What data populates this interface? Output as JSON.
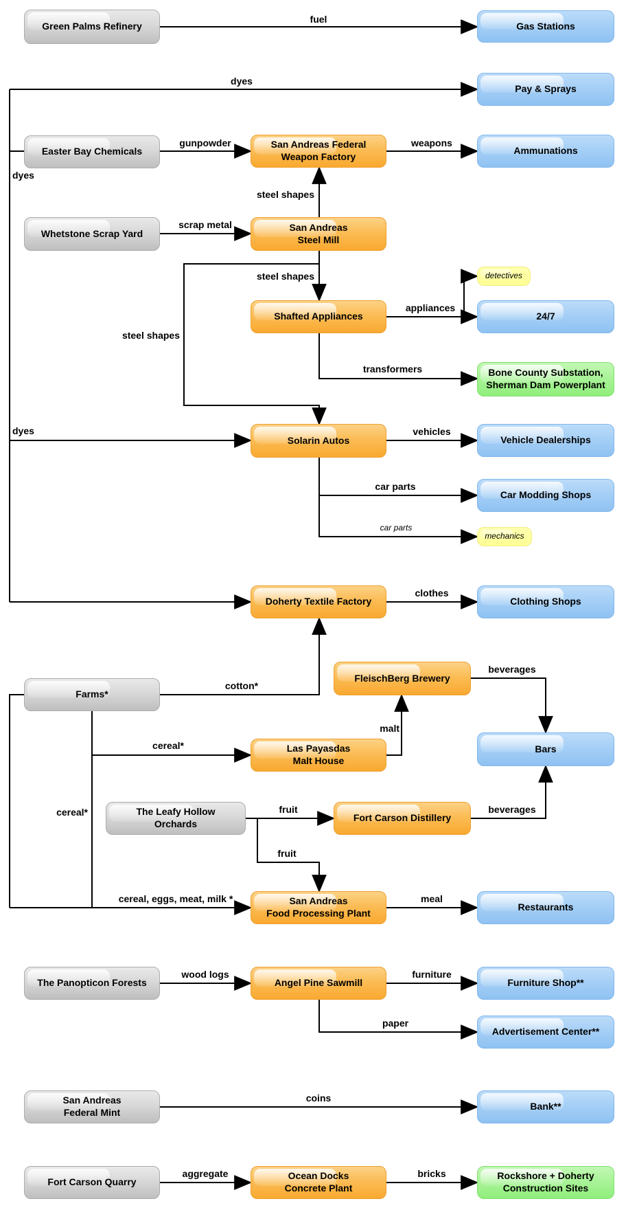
{
  "colors": {
    "source_gray": "#C9C9C9",
    "factory_orange": "#FBB342",
    "retail_blue": "#9FCBF4",
    "special_green": "#9FF18D",
    "note_yellow": "#FFFF99",
    "wire_black": "#000000"
  },
  "nodes": {
    "green_palms": {
      "label": "Green Palms Refinery",
      "type": "gray"
    },
    "easter_bay": {
      "label": "Easter Bay Chemicals",
      "type": "gray"
    },
    "whetstone": {
      "label": "Whetstone Scrap Yard",
      "type": "gray"
    },
    "farms": {
      "label": "Farms*",
      "type": "gray"
    },
    "leafy_hollow": {
      "label": "The Leafy Hollow\nOrchards",
      "type": "gray"
    },
    "panopticon": {
      "label": "The Panopticon Forests",
      "type": "gray"
    },
    "federal_mint": {
      "label": "San Andreas\nFederal Mint",
      "type": "gray"
    },
    "quarry": {
      "label": "Fort Carson Quarry",
      "type": "gray"
    },
    "weapon_factory": {
      "label": "San Andreas Federal\nWeapon Factory",
      "type": "orange"
    },
    "steel_mill": {
      "label": "San Andreas\nSteel Mill",
      "type": "orange"
    },
    "shafted": {
      "label": "Shafted Appliances",
      "type": "orange"
    },
    "solarin": {
      "label": "Solarin Autos",
      "type": "orange"
    },
    "doherty": {
      "label": "Doherty Textile Factory",
      "type": "orange"
    },
    "brewery": {
      "label": "FleischBerg Brewery",
      "type": "orange"
    },
    "malt_house": {
      "label": "Las Payasdas\nMalt House",
      "type": "orange"
    },
    "distillery": {
      "label": "Fort Carson Distillery",
      "type": "orange"
    },
    "food_processing": {
      "label": "San Andreas\nFood Processing Plant",
      "type": "orange"
    },
    "sawmill": {
      "label": "Angel Pine Sawmill",
      "type": "orange"
    },
    "concrete": {
      "label": "Ocean Docks\nConcrete Plant",
      "type": "orange"
    },
    "gas_stations": {
      "label": "Gas Stations",
      "type": "blue"
    },
    "pay_sprays": {
      "label": "Pay & Sprays",
      "type": "blue"
    },
    "ammunations": {
      "label": "Ammunations",
      "type": "blue"
    },
    "twenty_four_seven": {
      "label": "24/7",
      "type": "blue"
    },
    "vehicle_dealerships": {
      "label": "Vehicle Dealerships",
      "type": "blue"
    },
    "car_modding": {
      "label": "Car Modding Shops",
      "type": "blue"
    },
    "clothing_shops": {
      "label": "Clothing Shops",
      "type": "blue"
    },
    "bars": {
      "label": "Bars",
      "type": "blue"
    },
    "restaurants": {
      "label": "Restaurants",
      "type": "blue"
    },
    "furniture_shop": {
      "label": "Furniture Shop**",
      "type": "blue"
    },
    "ad_center": {
      "label": "Advertisement Center**",
      "type": "blue"
    },
    "bank": {
      "label": "Bank**",
      "type": "blue"
    },
    "substation": {
      "label": "Bone County Substation,\nSherman Dam Powerplant",
      "type": "green"
    },
    "construction": {
      "label": "Rockshore + Doherty\nConstruction Sites",
      "type": "green"
    },
    "detectives": {
      "label": "detectives",
      "type": "yellow"
    },
    "mechanics": {
      "label": "mechanics",
      "type": "yellow"
    }
  },
  "edge_labels": {
    "fuel": "fuel",
    "dyes_top": "dyes",
    "gunpowder": "gunpowder",
    "weapons": "weapons",
    "dyes_left": "dyes",
    "steel_shapes_1": "steel shapes",
    "scrap_metal": "scrap metal",
    "steel_shapes_2": "steel shapes",
    "steel_shapes_3": "steel shapes",
    "appliances": "appliances",
    "transformers": "transformers",
    "dyes_solarin": "dyes",
    "vehicles": "vehicles",
    "car_parts_1": "car parts",
    "car_parts_2": "car parts",
    "clothes": "clothes",
    "beverages_1": "beverages",
    "cotton": "cotton*",
    "cereal_1": "cereal*",
    "malt": "malt",
    "cereal_2": "cereal*",
    "fruit_1": "fruit",
    "beverages_2": "beverages",
    "fruit_2": "fruit",
    "cereal_eggs": "cereal, eggs, meat, milk *",
    "meal": "meal",
    "wood_logs": "wood logs",
    "furniture": "furniture",
    "paper": "paper",
    "coins": "coins",
    "aggregate": "aggregate",
    "bricks": "bricks"
  },
  "flows": [
    {
      "from": "green_palms",
      "to": "gas_stations",
      "label": "fuel"
    },
    {
      "from": "easter_bay",
      "to": "pay_sprays",
      "label": "dyes"
    },
    {
      "from": "easter_bay",
      "to": "weapon_factory",
      "label": "gunpowder"
    },
    {
      "from": "weapon_factory",
      "to": "ammunations",
      "label": "weapons"
    },
    {
      "from": "steel_mill",
      "to": "weapon_factory",
      "label": "steel shapes"
    },
    {
      "from": "whetstone",
      "to": "steel_mill",
      "label": "scrap metal"
    },
    {
      "from": "steel_mill",
      "to": "shafted",
      "label": "steel shapes"
    },
    {
      "from": "steel_mill",
      "to": "solarin",
      "label": "steel shapes"
    },
    {
      "from": "shafted",
      "to": "twenty_four_seven",
      "label": "appliances"
    },
    {
      "from": "shafted",
      "to": "detectives",
      "label": "appliances"
    },
    {
      "from": "shafted",
      "to": "substation",
      "label": "transformers"
    },
    {
      "from": "easter_bay",
      "to": "solarin",
      "label": "dyes"
    },
    {
      "from": "solarin",
      "to": "vehicle_dealerships",
      "label": "vehicles"
    },
    {
      "from": "solarin",
      "to": "car_modding",
      "label": "car parts"
    },
    {
      "from": "solarin",
      "to": "mechanics",
      "label": "car parts"
    },
    {
      "from": "easter_bay",
      "to": "doherty",
      "label": "dyes"
    },
    {
      "from": "doherty",
      "to": "clothing_shops",
      "label": "clothes"
    },
    {
      "from": "farms",
      "to": "doherty",
      "label": "cotton*"
    },
    {
      "from": "brewery",
      "to": "bars",
      "label": "beverages"
    },
    {
      "from": "farms",
      "to": "malt_house",
      "label": "cereal*"
    },
    {
      "from": "malt_house",
      "to": "brewery",
      "label": "malt"
    },
    {
      "from": "leafy_hollow",
      "to": "distillery",
      "label": "fruit"
    },
    {
      "from": "distillery",
      "to": "bars",
      "label": "beverages"
    },
    {
      "from": "leafy_hollow",
      "to": "food_processing",
      "label": "fruit"
    },
    {
      "from": "farms",
      "to": "food_processing",
      "label": "cereal, eggs, meat, milk *"
    },
    {
      "from": "food_processing",
      "to": "restaurants",
      "label": "meal"
    },
    {
      "from": "panopticon",
      "to": "sawmill",
      "label": "wood logs"
    },
    {
      "from": "sawmill",
      "to": "furniture_shop",
      "label": "furniture"
    },
    {
      "from": "sawmill",
      "to": "ad_center",
      "label": "paper"
    },
    {
      "from": "federal_mint",
      "to": "bank",
      "label": "coins"
    },
    {
      "from": "quarry",
      "to": "concrete",
      "label": "aggregate"
    },
    {
      "from": "concrete",
      "to": "construction",
      "label": "bricks"
    }
  ]
}
